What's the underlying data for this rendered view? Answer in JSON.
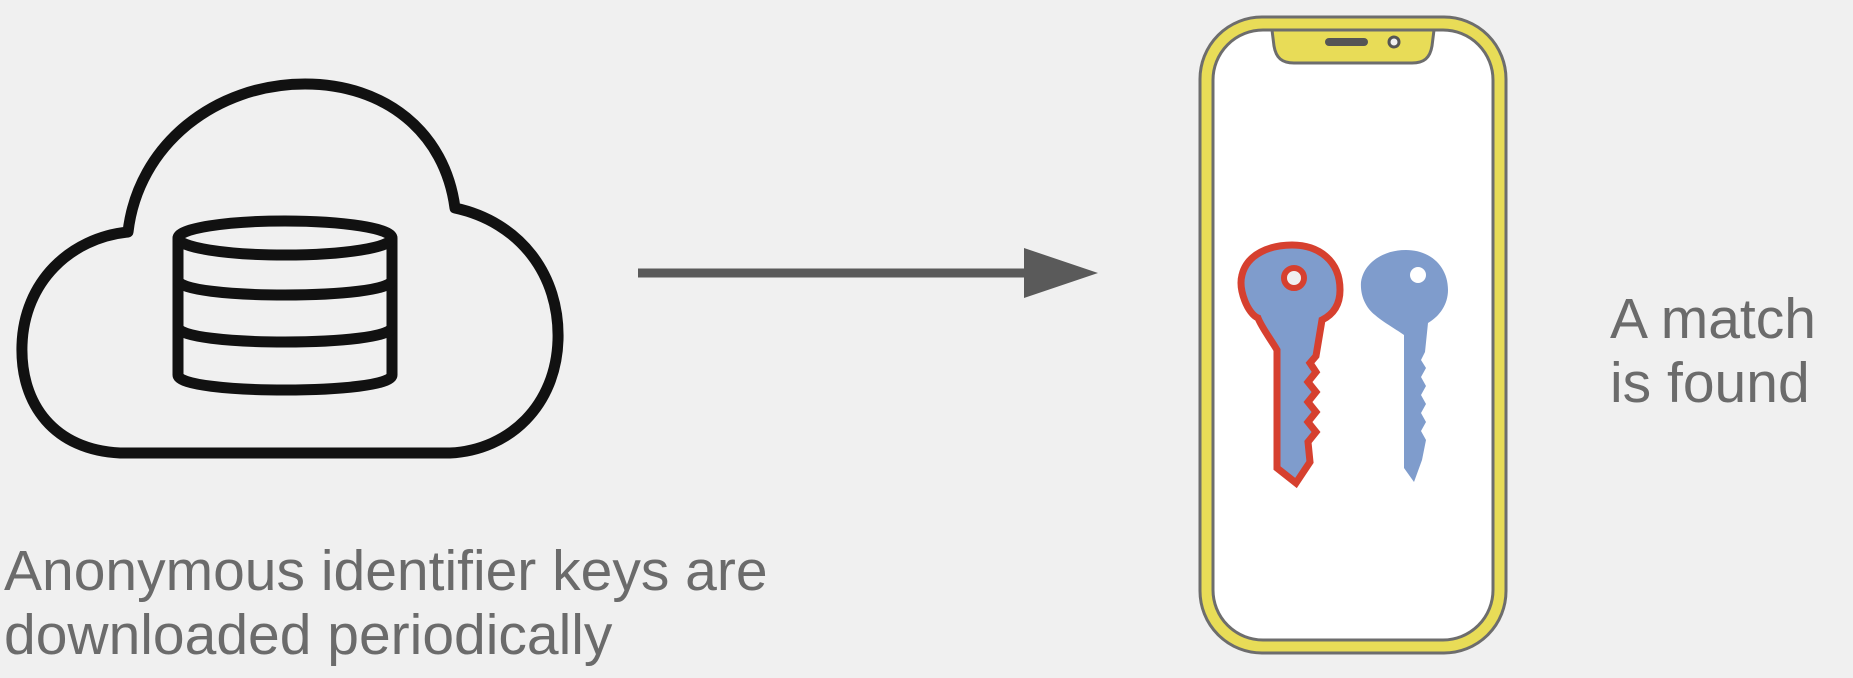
{
  "captions": {
    "download": {
      "line1": "Anonymous identifier keys are",
      "line2": "downloaded periodically"
    },
    "match": {
      "line1": "A match",
      "line2": "is found"
    }
  },
  "icons": {
    "cloud": "cloud-icon",
    "database": "database-icon",
    "arrow": "arrow-right-icon",
    "phone": "smartphone-icon",
    "key_highlighted": "key-icon",
    "key_plain": "key-icon"
  },
  "colors": {
    "background": "#f0f0f0",
    "phone_frame": "#e8dc57",
    "key_fill": "#7f9ccc",
    "key_match_outline": "#d6402f",
    "arrow": "#5a5a5a",
    "caption_text": "#6b6b6b"
  }
}
